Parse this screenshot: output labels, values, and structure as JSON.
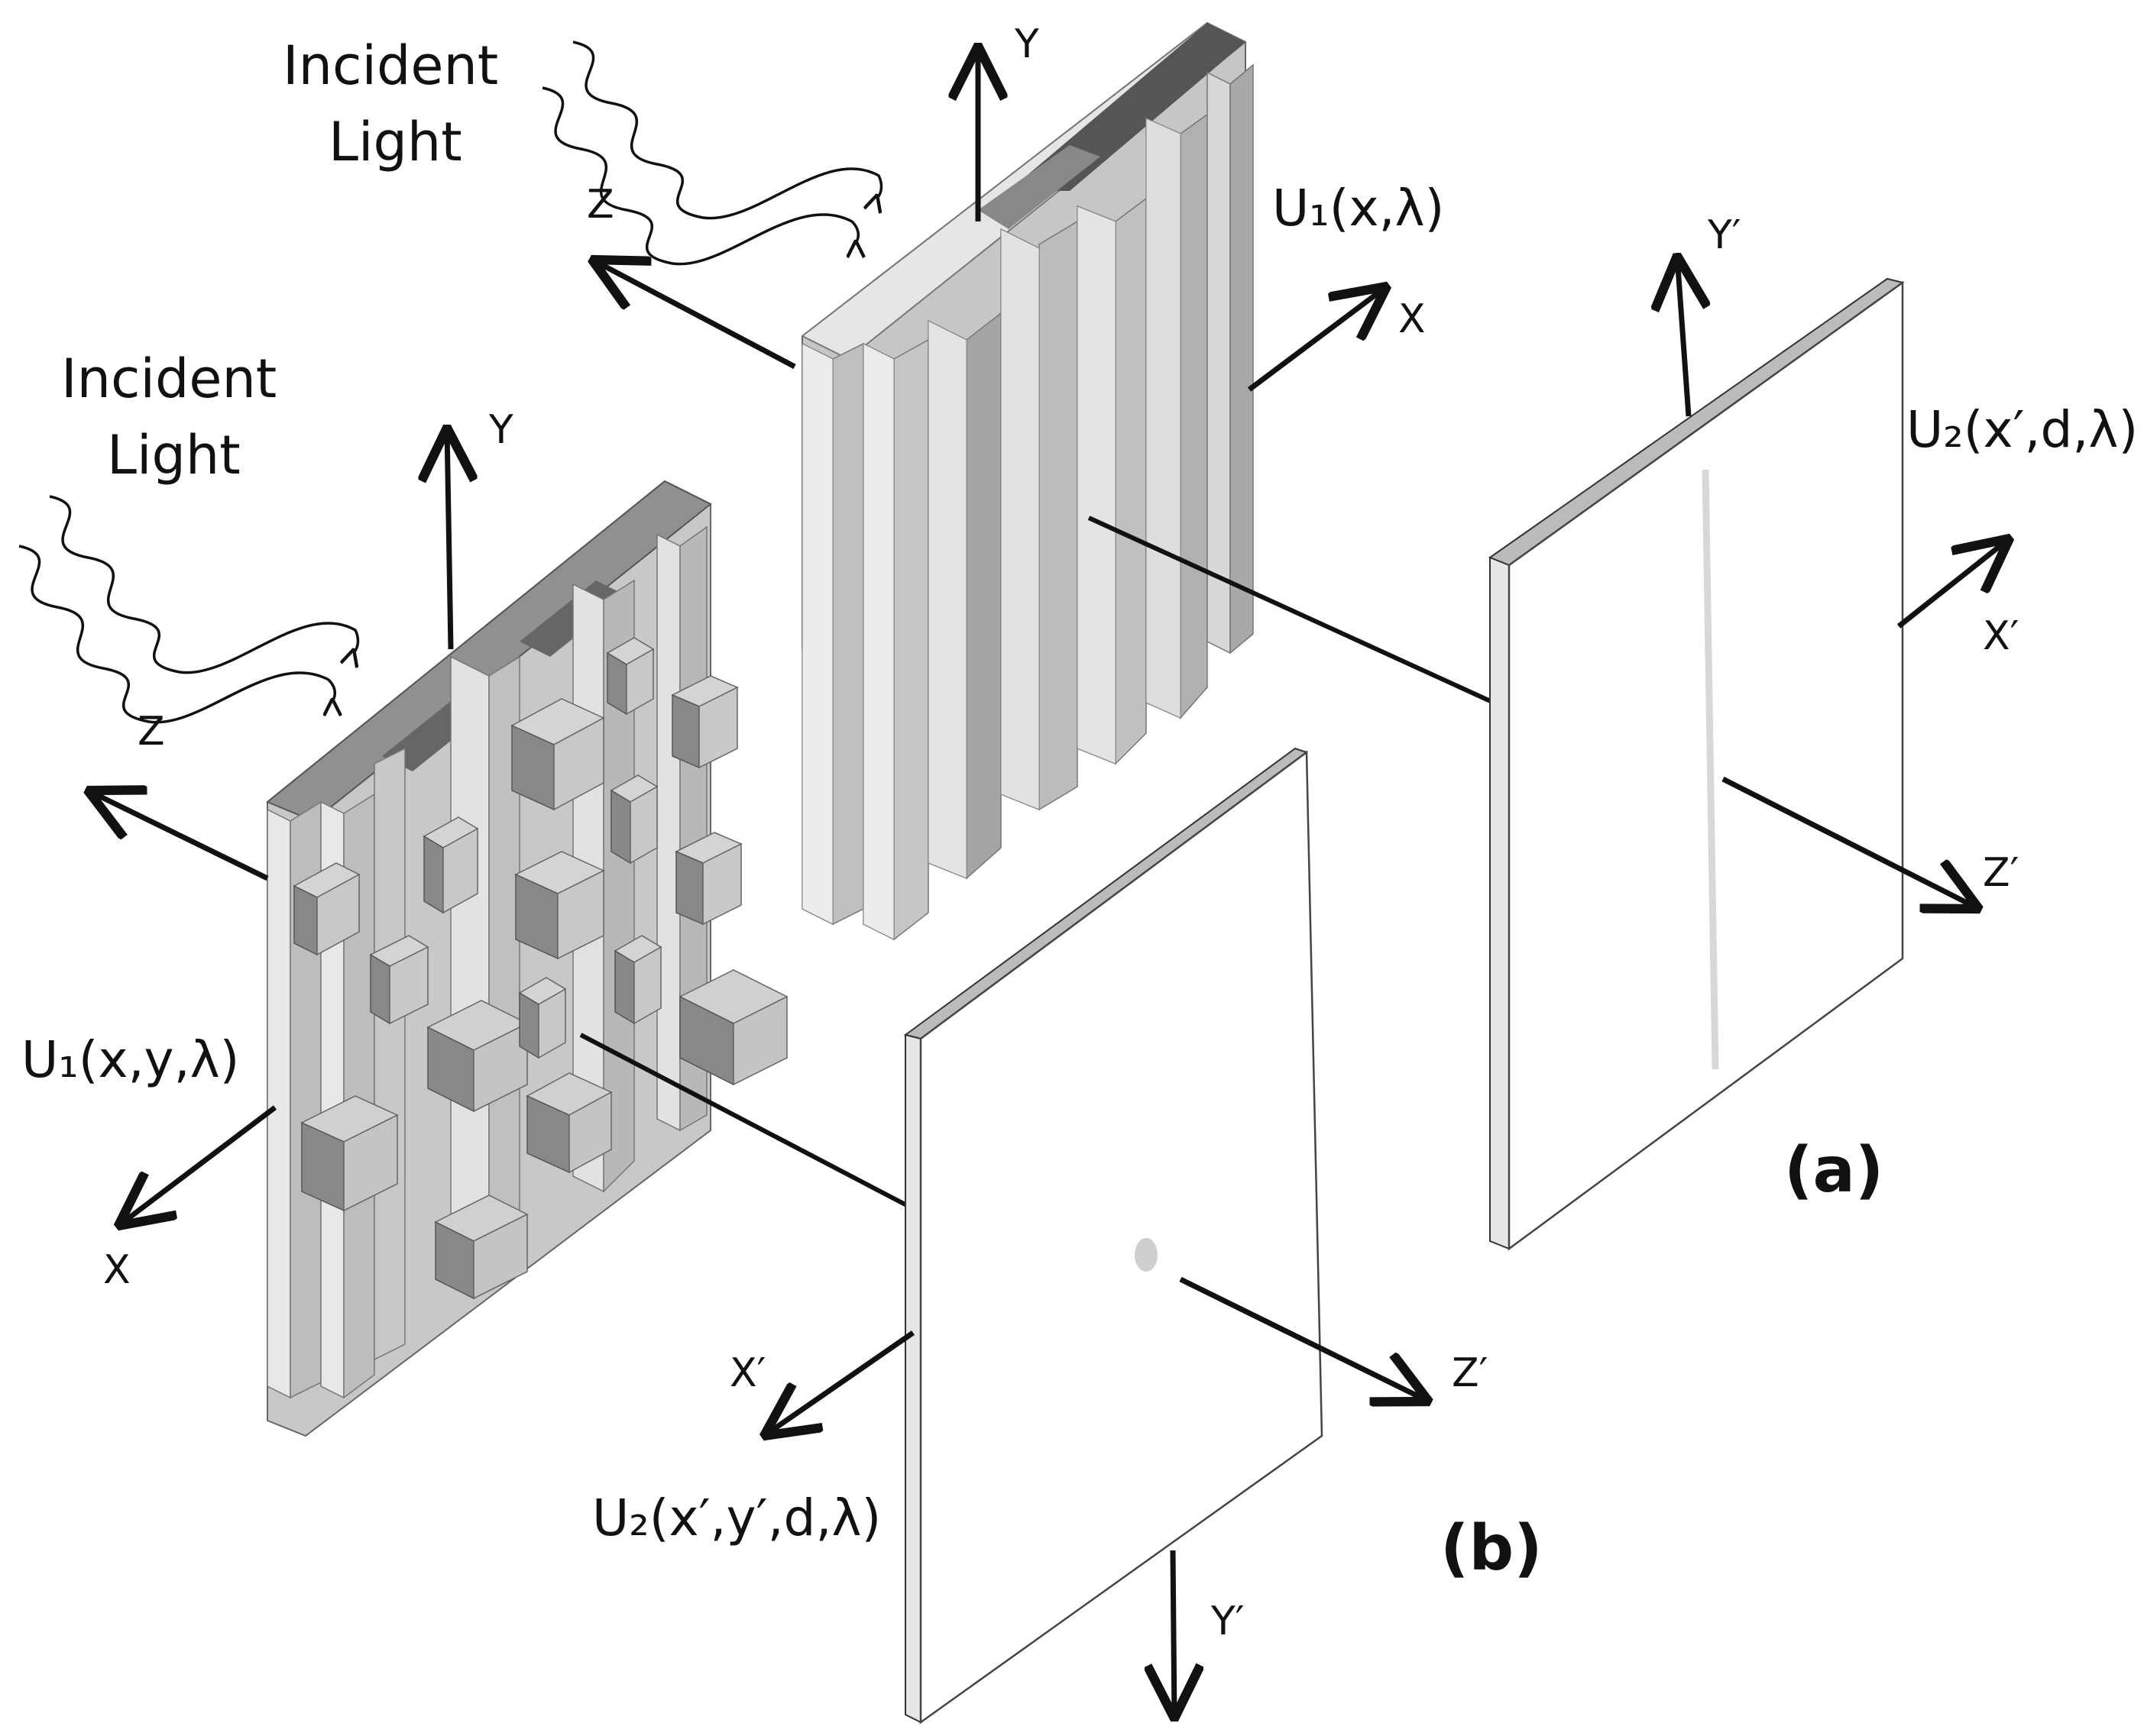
{
  "panels": {
    "a": {
      "label": "(a)",
      "incident_light": [
        "Incident",
        "Light"
      ],
      "input_field": "U₁(x,λ)",
      "output_field": "U₂(x′,d,λ)",
      "input_axes": {
        "y": "Y",
        "z": "Z",
        "x": "X"
      },
      "output_axes": {
        "y": "Y′",
        "x": "X′",
        "z": "Z′"
      }
    },
    "b": {
      "label": "(b)",
      "incident_light": [
        "Incident",
        "Light"
      ],
      "input_field": "U₁(x,y,λ)",
      "output_field": "U₂(x′,y′,d,λ)",
      "input_axes": {
        "y": "Y",
        "z": "Z",
        "x": "X"
      },
      "output_axes": {
        "y": "Y′",
        "x": "X′",
        "z": "Z′"
      }
    }
  },
  "colors": {
    "ink": "#111111",
    "bar_light": "#e4e4e4",
    "bar_mid": "#c6c6c6",
    "bar_dark": "#a5a5a5",
    "bar_darkest": "#7f7f7f",
    "screen": "#ffffff",
    "focal_spot": "#cfcfcf"
  }
}
